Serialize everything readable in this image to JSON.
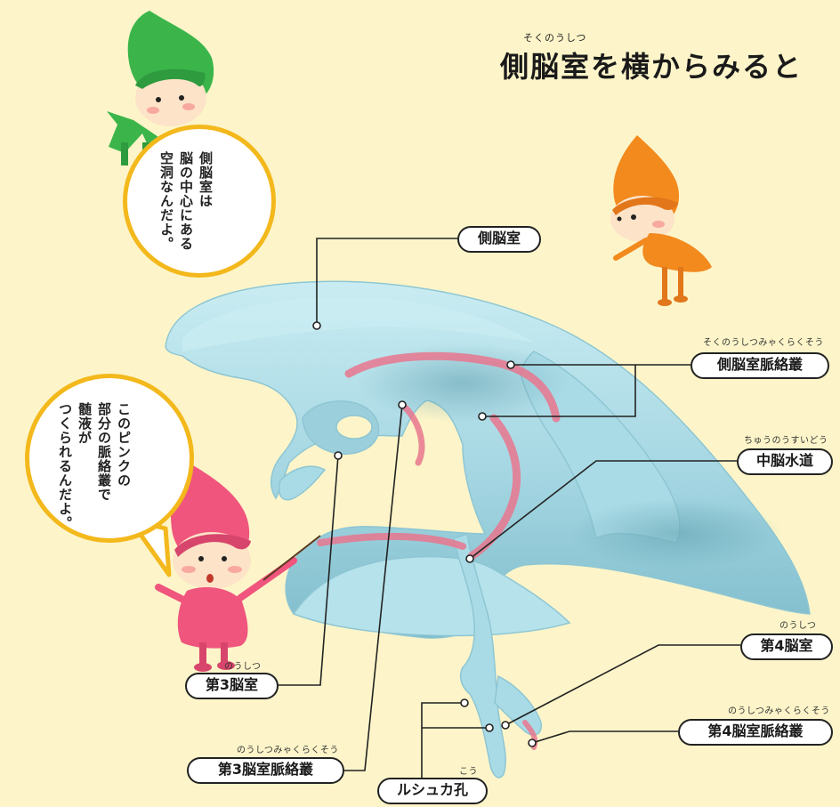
{
  "title": {
    "ruby": "そくのうしつ",
    "text": "側脳室を横からみると"
  },
  "bubbles": {
    "top": {
      "lines": [
        "側脳室は",
        "脳の中心にある",
        "空洞なんだよ。"
      ]
    },
    "left": {
      "lines": [
        "このピンクの",
        "部分の脈絡叢で",
        "髄液が",
        "つくられるんだよ。"
      ]
    }
  },
  "labels": {
    "lateral_ventricle": {
      "text": "側脳室"
    },
    "lateral_plexus": {
      "text": "側脳室脈絡叢",
      "ruby": "そくのうしつみゃくらくそう"
    },
    "aqueduct": {
      "text": "中脳水道",
      "ruby": "ちゅうのうすいどう"
    },
    "fourth_ventricle": {
      "text": "第4脳室",
      "ruby": "のうしつ"
    },
    "fourth_plexus": {
      "text": "第4脳室脈絡叢",
      "ruby": "のうしつみゃくらくそう"
    },
    "third_ventricle": {
      "text": "第3脳室",
      "ruby": "のうしつ"
    },
    "third_plexus": {
      "text": "第3脳室脈絡叢",
      "ruby": "のうしつみゃくらくそう"
    },
    "luschka": {
      "text": "ルシュカ孔",
      "ruby": "こう"
    }
  },
  "colors": {
    "background": "#fdf5c9",
    "ventricle": "#a9dbe6",
    "ventricle_shadow": "#5f9fae",
    "plexus": "#e9778f",
    "bubble_border": "#f3b81c",
    "character_green": "#3bb54a",
    "character_orange": "#f28a1e",
    "character_pink": "#f0557e"
  }
}
